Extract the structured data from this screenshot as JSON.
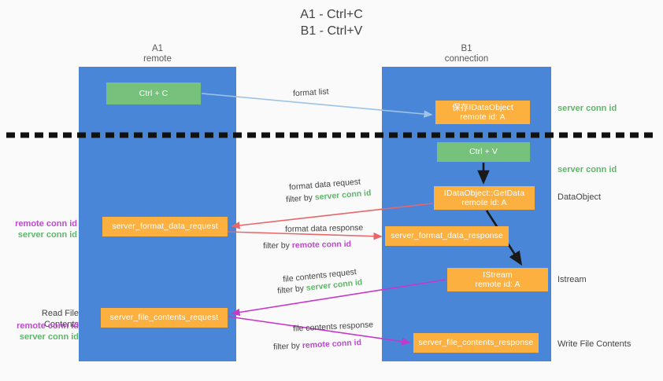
{
  "title": "A1 - Ctrl+C\nB1 - Ctrl+V",
  "columns": {
    "a": {
      "header": "A1\nremote"
    },
    "b": {
      "header": "B1\nconnection"
    }
  },
  "boxes": {
    "ctrl_c": "Ctrl + C",
    "idataobject": "保存IDataObject\nremote id: A",
    "ctrl_v": "Ctrl + V",
    "getdata": "IDataObject::GetData\nremote id: A",
    "server_format_data_request": "server_format_data_request",
    "server_format_data_response": "server_format_data_response",
    "istream": "IStream\nremote id: A",
    "server_file_contents_request": "server_file_contents_request",
    "server_file_contents_response": "server_file_contents_response"
  },
  "side_labels": {
    "server_conn_id_1": "server conn id",
    "server_conn_id_2": "server conn id",
    "dataobject": "DataObject",
    "istream": "Istream",
    "write_file_contents": "Write File Contents"
  },
  "left_labels": {
    "remote_conn_id_1": "remote conn id",
    "server_conn_id_1": "server conn id",
    "read_file_contents": "Read File Contents",
    "remote_conn_id_2": "remote conn id",
    "server_conn_id_2": "server conn id"
  },
  "flows": {
    "format_list": "format list",
    "format_data_request": "format data request",
    "format_data_request_filter_prefix": "filter by ",
    "format_data_request_filter_key": "server conn id",
    "format_data_response": "format data response",
    "format_data_response_filter_prefix": "filter by ",
    "format_data_response_filter_key": "remote conn id",
    "file_contents_request": "file contents request",
    "file_contents_request_filter_prefix": "filter by ",
    "file_contents_request_filter_key": "server conn id",
    "file_contents_response": "file contents response",
    "file_contents_response_filter_prefix": "filter by ",
    "file_contents_response_filter_key": "remote conn id"
  },
  "colors": {
    "lane_blue": "#4a86d8",
    "box_green": "#76c27c",
    "box_orange": "#fbb03f",
    "conn_green": "#5fb66a",
    "conn_purple": "#bb4bcb",
    "arrow_lightblue": "#9dc3e6",
    "arrow_red": "#e8656a",
    "arrow_magenta": "#c936c9",
    "arrow_black": "#1a1a1a",
    "background": "#fafafa"
  }
}
